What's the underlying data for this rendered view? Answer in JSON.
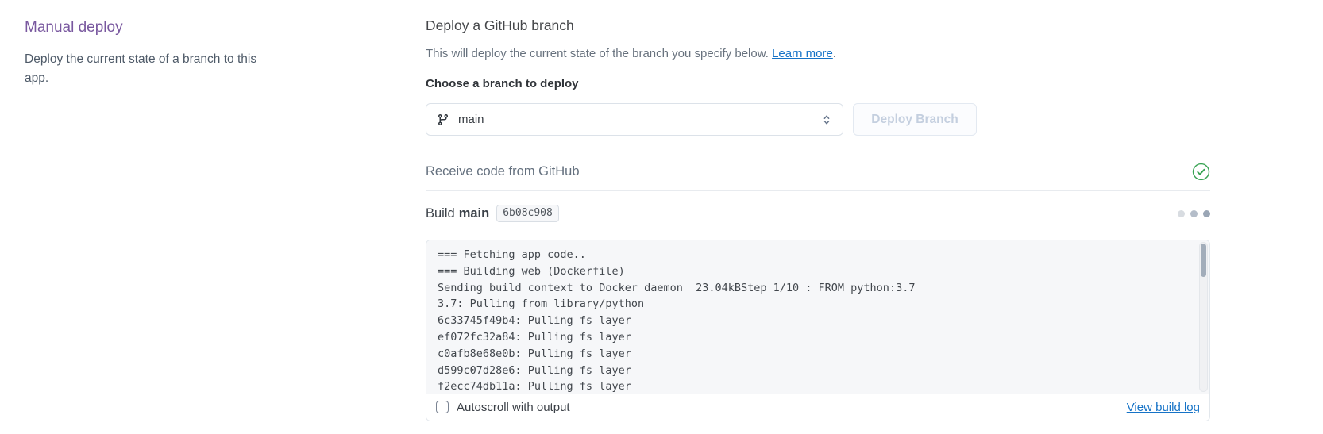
{
  "left_panel": {
    "title": "Manual deploy",
    "description": "Deploy the current state of a branch to this app."
  },
  "deploy": {
    "heading": "Deploy a GitHub branch",
    "subtitle": "This will deploy the current state of the branch you specify below.",
    "learn_more": "Learn more",
    "after_link": ".",
    "branch_label": "Choose a branch to deploy",
    "selected_branch": "main",
    "deploy_button": "Deploy Branch"
  },
  "receive": {
    "label": "Receive code from GitHub",
    "status": "success"
  },
  "build": {
    "label": "Build",
    "branch": "main",
    "commit": "6b08c908"
  },
  "log": {
    "lines": [
      "=== Fetching app code..",
      "=== Building web (Dockerfile)",
      "Sending build context to Docker daemon  23.04kBStep 1/10 : FROM python:3.7",
      "3.7: Pulling from library/python",
      "6c33745f49b4: Pulling fs layer",
      "ef072fc32a84: Pulling fs layer",
      "c0afb8e68e0b: Pulling fs layer",
      "d599c07d28e6: Pulling fs layer",
      "f2ecc74db11a: Pulling fs layer"
    ]
  },
  "footer": {
    "autoscroll_label": "Autoscroll with output",
    "autoscroll_checked": false,
    "view_build_log": "View build log"
  },
  "colors": {
    "brand_purple": "#79589f",
    "link_blue": "#1673c7",
    "success_green": "#38a353",
    "disabled_button_text": "#c4cfdf"
  }
}
